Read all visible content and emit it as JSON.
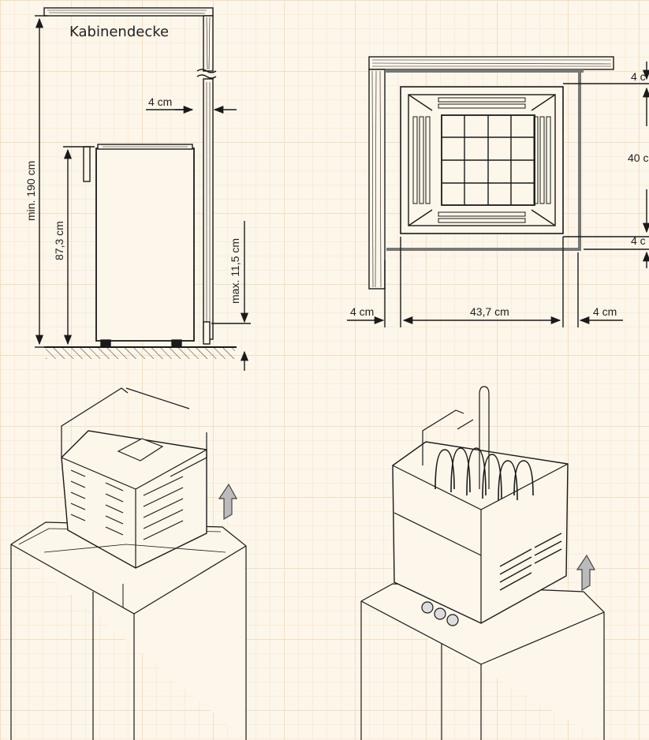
{
  "side_view": {
    "ceiling_label": "Kabinendecke",
    "wall_gap": "4 cm",
    "min_height": "min. 190 cm",
    "heater_height": "87,3 cm",
    "floor_gap": "max. 11,5 cm"
  },
  "top_view": {
    "gap_top": "4 c",
    "depth": "40 c",
    "gap_bottom": "4 c",
    "gap_left": "4 cm",
    "width": "43,7 cm",
    "gap_right": "4 cm"
  },
  "colors": {
    "background": "#fdf6ea",
    "grid": "#f3dfc4",
    "line": "#1a1a1a"
  }
}
